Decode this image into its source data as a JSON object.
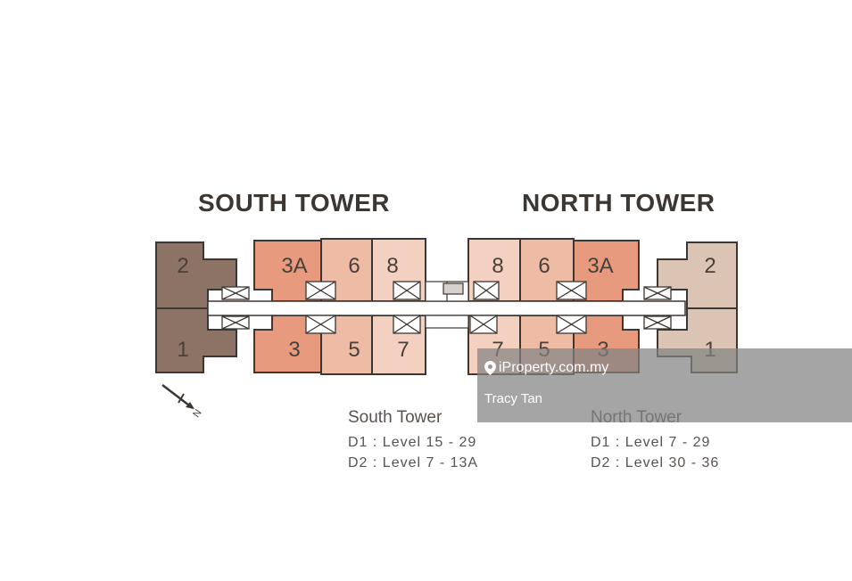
{
  "titles": {
    "south": "SOUTH TOWER",
    "north": "NORTH TOWER"
  },
  "units": {
    "south": {
      "u2": "2",
      "u1": "1",
      "u3a": "3A",
      "u6": "6",
      "u8": "8",
      "u3": "3",
      "u5": "5",
      "u7": "7"
    },
    "north": {
      "u8": "8",
      "u6": "6",
      "u3a": "3A",
      "u2": "2",
      "u7": "7",
      "u5": "5",
      "u3": "3",
      "u1": "1"
    }
  },
  "colors": {
    "unit_12_south": "#8c7366",
    "unit_3": "#e79a7e",
    "unit_5_6": "#eebba5",
    "unit_7_8": "#f3d0c0",
    "unit_12_north": "#dcc4b4",
    "outline": "#3d3733"
  },
  "compass": {
    "icon": "north-arrow-icon",
    "label": "N"
  },
  "legend": {
    "south": {
      "title": "South Tower",
      "d1": "D1 : Level 15 - 29",
      "d2": "D2 : Level 7 - 13A"
    },
    "north": {
      "title": "North Tower",
      "d1": "D1 : Level 7 - 29",
      "d2": "D2 : Level 30 - 36"
    }
  },
  "watermark": {
    "brand": "iProperty.com.my",
    "agent": "Tracy Tan"
  }
}
